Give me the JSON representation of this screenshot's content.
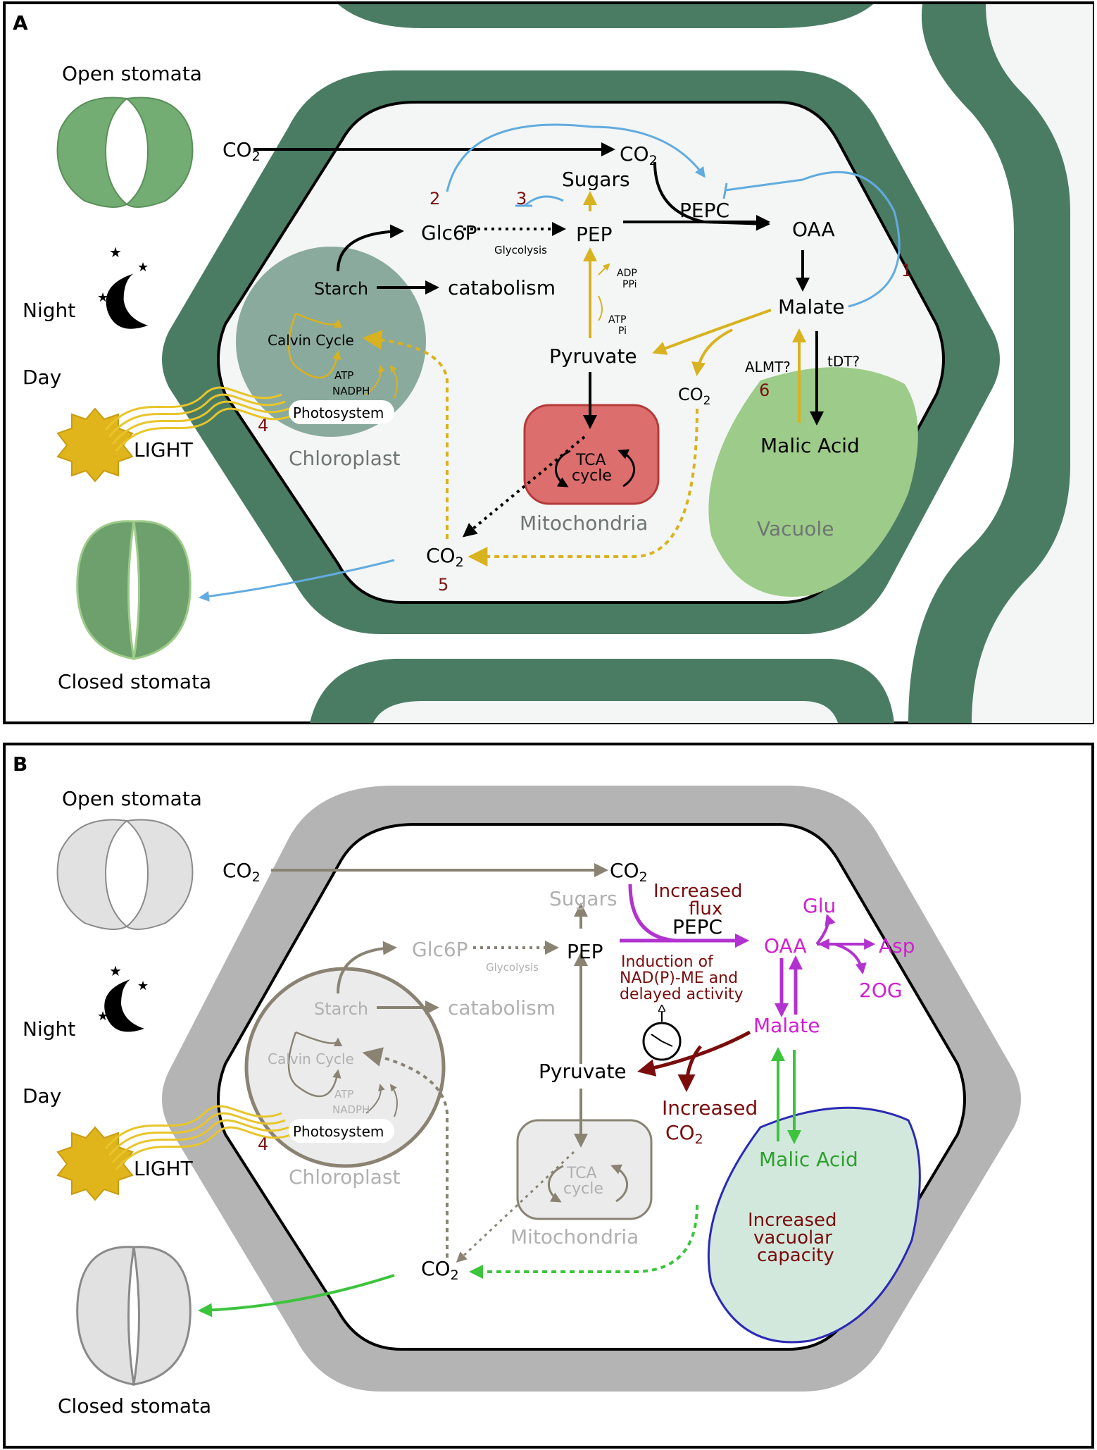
{
  "panelA": {
    "label": "A",
    "open_stomata": "Open stomata",
    "closed_stomata": "Closed stomata",
    "night": "Night",
    "day": "Day",
    "light": "LIGHT",
    "co2_in": "CO",
    "co2_cyt": "CO",
    "sugars": "Sugars",
    "pepc": "PEPC",
    "oaa": "OAA",
    "malate": "Malate",
    "glc6p": "Glc6P",
    "glycolysis": "Glycolysis",
    "pep": "PEP",
    "starch": "Starch",
    "catabolism": "catabolism",
    "calvin": "Calvin Cycle",
    "atp": "ATP",
    "nadph": "NADPH",
    "photosystem": "Photosystem",
    "chloroplast": "Chloroplast",
    "pyruvate": "Pyruvate",
    "adp": "ADP",
    "ppi": "PPi",
    "atp2": "ATP",
    "pi": "Pi",
    "co2_dec": "CO",
    "almt": "ALMT?",
    "tdt": "tDT?",
    "malic_acid": "Malic Acid",
    "vacuole": "Vacuole",
    "tca1": "TCA",
    "tca2": "cycle",
    "mitochondria": "Mitochondria",
    "co2_out": "CO",
    "n1": "1",
    "n2": "2",
    "n3": "3",
    "n4": "4",
    "n5": "5",
    "n6": "6"
  },
  "panelB": {
    "label": "B",
    "open_stomata": "Open stomata",
    "closed_stomata": "Closed stomata",
    "night": "Night",
    "day": "Day",
    "light": "LIGHT",
    "co2_in": "CO",
    "co2_cyt": "CO",
    "sugars": "Sugars",
    "inc_flux_1": "Increased",
    "inc_flux_2": "flux",
    "pepc": "PEPC",
    "oaa": "OAA",
    "glu": "Glu",
    "asp": "Asp",
    "twoog": "2OG",
    "glc6p": "Glc6P",
    "glycolysis": "Glycolysis",
    "pep": "PEP",
    "induction_1": "Induction of",
    "induction_2": "NAD(P)-ME and",
    "induction_3": "delayed activity",
    "malate": "Malate",
    "starch": "Starch",
    "catabolism": "catabolism",
    "calvin": "Calvin Cycle",
    "atp": "ATP",
    "nadph": "NADPH",
    "photosystem": "Photosystem",
    "chloroplast": "Chloroplast",
    "pyruvate": "Pyruvate",
    "inc_co2": "Increased",
    "co2_dec": "CO",
    "malic_acid": "Malic Acid",
    "vac_1": "Increased",
    "vac_2": "vacuolar",
    "vac_3": "capacity",
    "tca1": "TCA",
    "tca2": "cycle",
    "mitochondria": "Mitochondria",
    "co2_out": "CO",
    "n4": "4"
  },
  "subscript_two": "2",
  "colors": {
    "wall_green": "#4a7c64",
    "cytosol": "#f3f6f4",
    "blue": "#62abe0",
    "yellow": "#d9b21f",
    "red_num": "#7a1010",
    "magenta": "#d11fd1",
    "purple": "#b232cf",
    "dark_red": "#7a0c0c",
    "green": "#3cc43c",
    "taupe": "#8a8373",
    "grey_wall": "#b4b4b4"
  }
}
